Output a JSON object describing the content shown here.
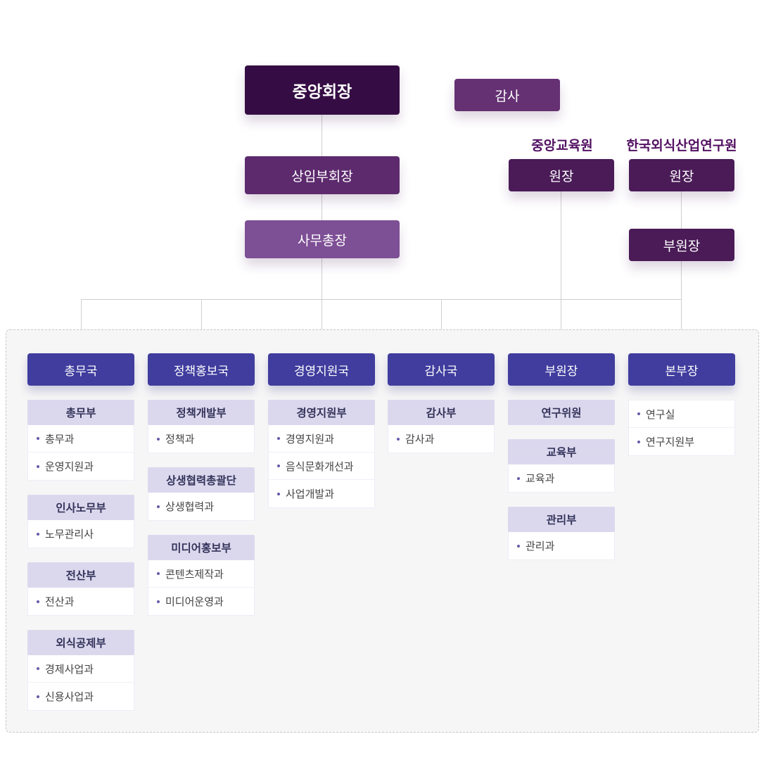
{
  "colors": {
    "chairman_bg": "#350d44",
    "executive_bg": "#5d2a6e",
    "secretary_bg": "#7d4f95",
    "director_bg": "#4a1b57",
    "auditor_bg": "#653173",
    "bureau_header_bg": "#403d9e",
    "group_title_bg": "#dbd8ee",
    "panel_bg": "#f6f6f6",
    "connector_line": "#cfcfcf",
    "institute_label_text": "#521061"
  },
  "top": {
    "chairman": "중앙회장",
    "auditor": "감사",
    "vice_chairman": "상임부회장",
    "secretary_general": "사무총장",
    "edu_institute": "중앙교육원",
    "edu_director": "원장",
    "research_institute": "한국외식산업연구원",
    "research_director": "원장",
    "research_vice_director": "부원장"
  },
  "columns": [
    {
      "header": "총무국",
      "groups": [
        {
          "title": "총무부",
          "items": [
            "총무과",
            "운영지원과"
          ]
        },
        {
          "title": "인사노무부",
          "items": [
            "노무관리사"
          ]
        },
        {
          "title": "전산부",
          "items": [
            "전산과"
          ]
        },
        {
          "title": "외식공제부",
          "items": [
            "경제사업과",
            "신용사업과"
          ]
        }
      ]
    },
    {
      "header": "정책홍보국",
      "groups": [
        {
          "title": "정책개발부",
          "items": [
            "정책과"
          ]
        },
        {
          "title": "상생협력총괄단",
          "items": [
            "상생협력과"
          ]
        },
        {
          "title": "미디어홍보부",
          "items": [
            "콘텐츠제작과",
            "미디어운영과"
          ]
        }
      ]
    },
    {
      "header": "경영지원국",
      "groups": [
        {
          "title": "경영지원부",
          "items": [
            "경영지원과",
            "음식문화개선과",
            "사업개발과"
          ]
        }
      ]
    },
    {
      "header": "감사국",
      "groups": [
        {
          "title": "감사부",
          "items": [
            "감사과"
          ]
        }
      ]
    },
    {
      "header": "부원장",
      "groups": [
        {
          "title": "연구위원",
          "items": []
        },
        {
          "title": "교육부",
          "items": [
            "교육과"
          ]
        },
        {
          "title": "관리부",
          "items": [
            "관리과"
          ]
        }
      ]
    },
    {
      "header": "본부장",
      "groups": [
        {
          "title": "",
          "items": [
            "연구실",
            "연구지원부"
          ]
        }
      ]
    }
  ]
}
